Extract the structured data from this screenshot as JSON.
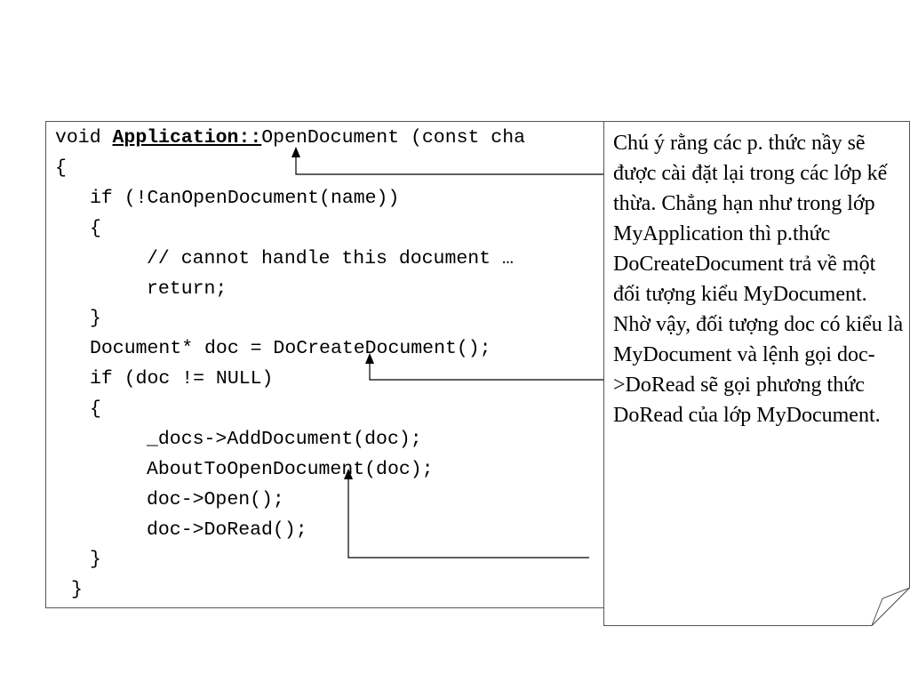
{
  "code": {
    "line1_pre": "void ",
    "line1_class": "Application",
    "line1_sep": "::",
    "line1_post": "OpenDocument (const cha",
    "lines": [
      "{",
      "if (!CanOpenDocument(name))",
      "{",
      "// cannot handle this document …",
      "return;",
      "}",
      "Document* doc = DoCreateDocument();",
      "if (doc != NULL)",
      "{",
      "_docs->AddDocument(doc);",
      "AboutToOpenDocument(doc);",
      "doc->Open();",
      "doc->DoRead();",
      "}",
      "}"
    ]
  },
  "note": {
    "text": "Chú ý rằng các p. thức nầy sẽ được cài đặt lại trong các lớp kế thừa. Chẳng hạn như trong lớp MyApplication thì p.thức DoCreateDocument trả về một đối tượng kiểu MyDocument. Nhờ vậy, đối tượng doc có kiểu là MyDocument và lệnh gọi doc->DoRead sẽ gọi phương thức DoRead của lớp MyDocument."
  },
  "colors": {
    "border": "#555555",
    "text": "#000000",
    "background": "#ffffff",
    "fold": "#ffffff"
  }
}
